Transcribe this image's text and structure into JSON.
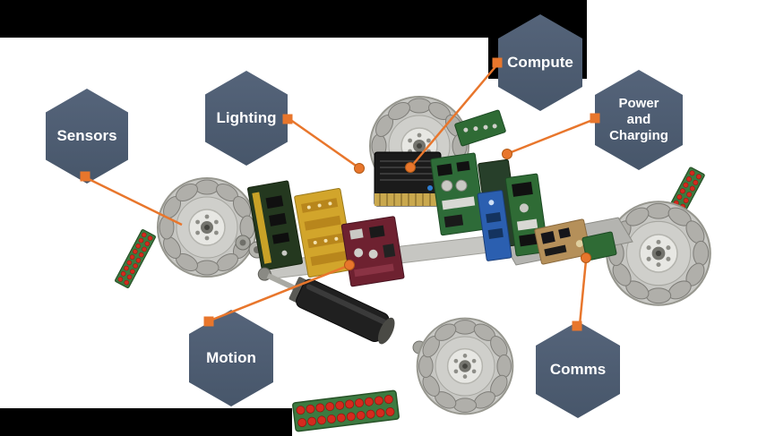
{
  "slide": {
    "description": "Exploded-view diagram of a mecanum-wheel robot with hexagonal subsystem labels",
    "colors": {
      "background": "#ffffff",
      "letterbox": "#000000",
      "hexagon": "#4d5c6e",
      "hexagon_text": "#ffffff",
      "connector": "#e8762c"
    },
    "hexagons": [
      {
        "id": "sensors",
        "label": "Sensors"
      },
      {
        "id": "lighting",
        "label": "Lighting"
      },
      {
        "id": "compute",
        "label": "Compute"
      },
      {
        "id": "power-and-charging",
        "label": "Power and Charging",
        "lines": [
          "Power",
          "and",
          "Charging"
        ]
      },
      {
        "id": "motion",
        "label": "Motion"
      },
      {
        "id": "comms",
        "label": "Comms"
      }
    ],
    "components": [
      "mecanum-wheel-top",
      "mecanum-wheel-left",
      "mecanum-wheel-right",
      "mecanum-wheel-bottom",
      "led-strip-left",
      "led-strip-bottom",
      "led-strip-right",
      "led-driver-board",
      "lighting-board",
      "motor-driver-board",
      "compute-module",
      "power-board",
      "io-board",
      "sensor-board",
      "comms-board",
      "aux-board",
      "dc-motor",
      "chassis-plate",
      "shaft-couplers"
    ]
  }
}
